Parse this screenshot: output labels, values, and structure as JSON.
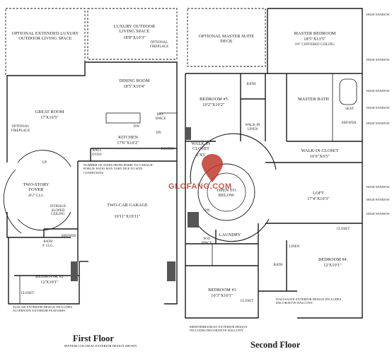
{
  "first_floor": {
    "title": "First Floor",
    "subtitle": "SPANISH COLONIAL EXTERIOR DESIGN SHOWN",
    "note_tuscan": "TUSCAN EXTERIOR DESIGN INCLUDES ALTERNATE EXTERIOR FEATURES.",
    "rooms": {
      "opt_ext_outdoor": "OPTIONAL EXTENDED LUXURY OUTDOOR LIVING SPACE",
      "luxury_outdoor": "LUXURY OUTDOOR LIVING SPACE",
      "luxury_outdoor_dim": "18'8\"X10'3\"",
      "optional_fireplace_top": "OPTIONAL FIREPLACE",
      "dining": "DINING ROOM",
      "dining_dim": "18'5\"X10'4\"",
      "great_room": "GREAT ROOM",
      "great_room_dim": "17'X16'5\"",
      "optional_fireplace_left": "OPTIONAL FIREPLACE",
      "dw": "DW",
      "ref_space": "REF. SPACE",
      "kitchen": "KITCHEN",
      "kitchen_dim": "17'6\"X10'2\"",
      "pantry": "PANTRY",
      "wall_oven": "WALL OVEN",
      "dn": "DN",
      "up": "UP",
      "steps_note": "NUMBER OF STEPS FROM HOME TO GARAGE/ PORCH/ PATIO MAY VARY DUE TO SITE CONDITIONS.",
      "foyer": "TWO-STORY FOYER",
      "foyer_clg": "20'2\" CLG.",
      "storage": "STORAGE SLOPED CEILING",
      "bath": "BATH",
      "bath_clg": "9' CLG.",
      "shower": "SHOWER",
      "garage": "TWO-CAR GARAGE",
      "garage_dim": "19'11\"X19'11\"",
      "bedroom2": "BEDROOM #2",
      "bedroom2_dim": "12'X10'1\"",
      "closet": "CLOSET"
    }
  },
  "second_floor": {
    "title": "Second Floor",
    "note_med": "MEDITERRANEAN EXTERIOR DESIGN INCLUDES DECORATIVE BALCONY.",
    "note_ital": "ITALIANATE EXTERIOR DESIGN INCLUDES DECORATIVE BALCONY.",
    "rooms": {
      "opt_master_deck": "OPTIONAL MASTER SUITE DECK",
      "master_bedroom": "MASTER BEDROOM",
      "master_bedroom_dim": "18'5\"X13'5\"",
      "coffered": "9'6\" COFFERED CEILING",
      "bath_top": "BATH",
      "bedroom5": "BEDROOM #5",
      "bedroom5_dim": "10'2\"X10'2\"",
      "walkin_linen": "WALK-IN LINEN",
      "master_bath": "MASTER BATH",
      "seat": "SEAT",
      "shower": "SHOWER",
      "walkin_closet_small": "WALK-IN CLOSET",
      "walkin_closet_small_dim": "6'X5'",
      "walkin_closet": "WALK-IN CLOSET",
      "walkin_closet_dim": "16'6\"X6'5\"",
      "open_to_below": "OPEN TO BELOW",
      "loft": "LOFT",
      "loft_dim": "17'4\"X10'3\"",
      "dn": "DN",
      "closet_r": "CLOSET",
      "laundry": "LAUNDRY",
      "wd_space": "W/D SPACE",
      "linen": "LINEN",
      "bath_mid": "BATH",
      "bedroom4": "BEDROOM #4",
      "bedroom4_dim": "12'X10'1\"",
      "bedroom3": "BEDROOM #3",
      "bedroom3_dim": "10'3\"X10'1\"",
      "closet_b": "CLOSET"
    },
    "high_window": "HIGH WINDOW"
  },
  "watermark": "GLOFANG.COM",
  "colors": {
    "ink": "#1a1a1a",
    "wall_fill": "#555555",
    "watermark": "#c0392b"
  }
}
